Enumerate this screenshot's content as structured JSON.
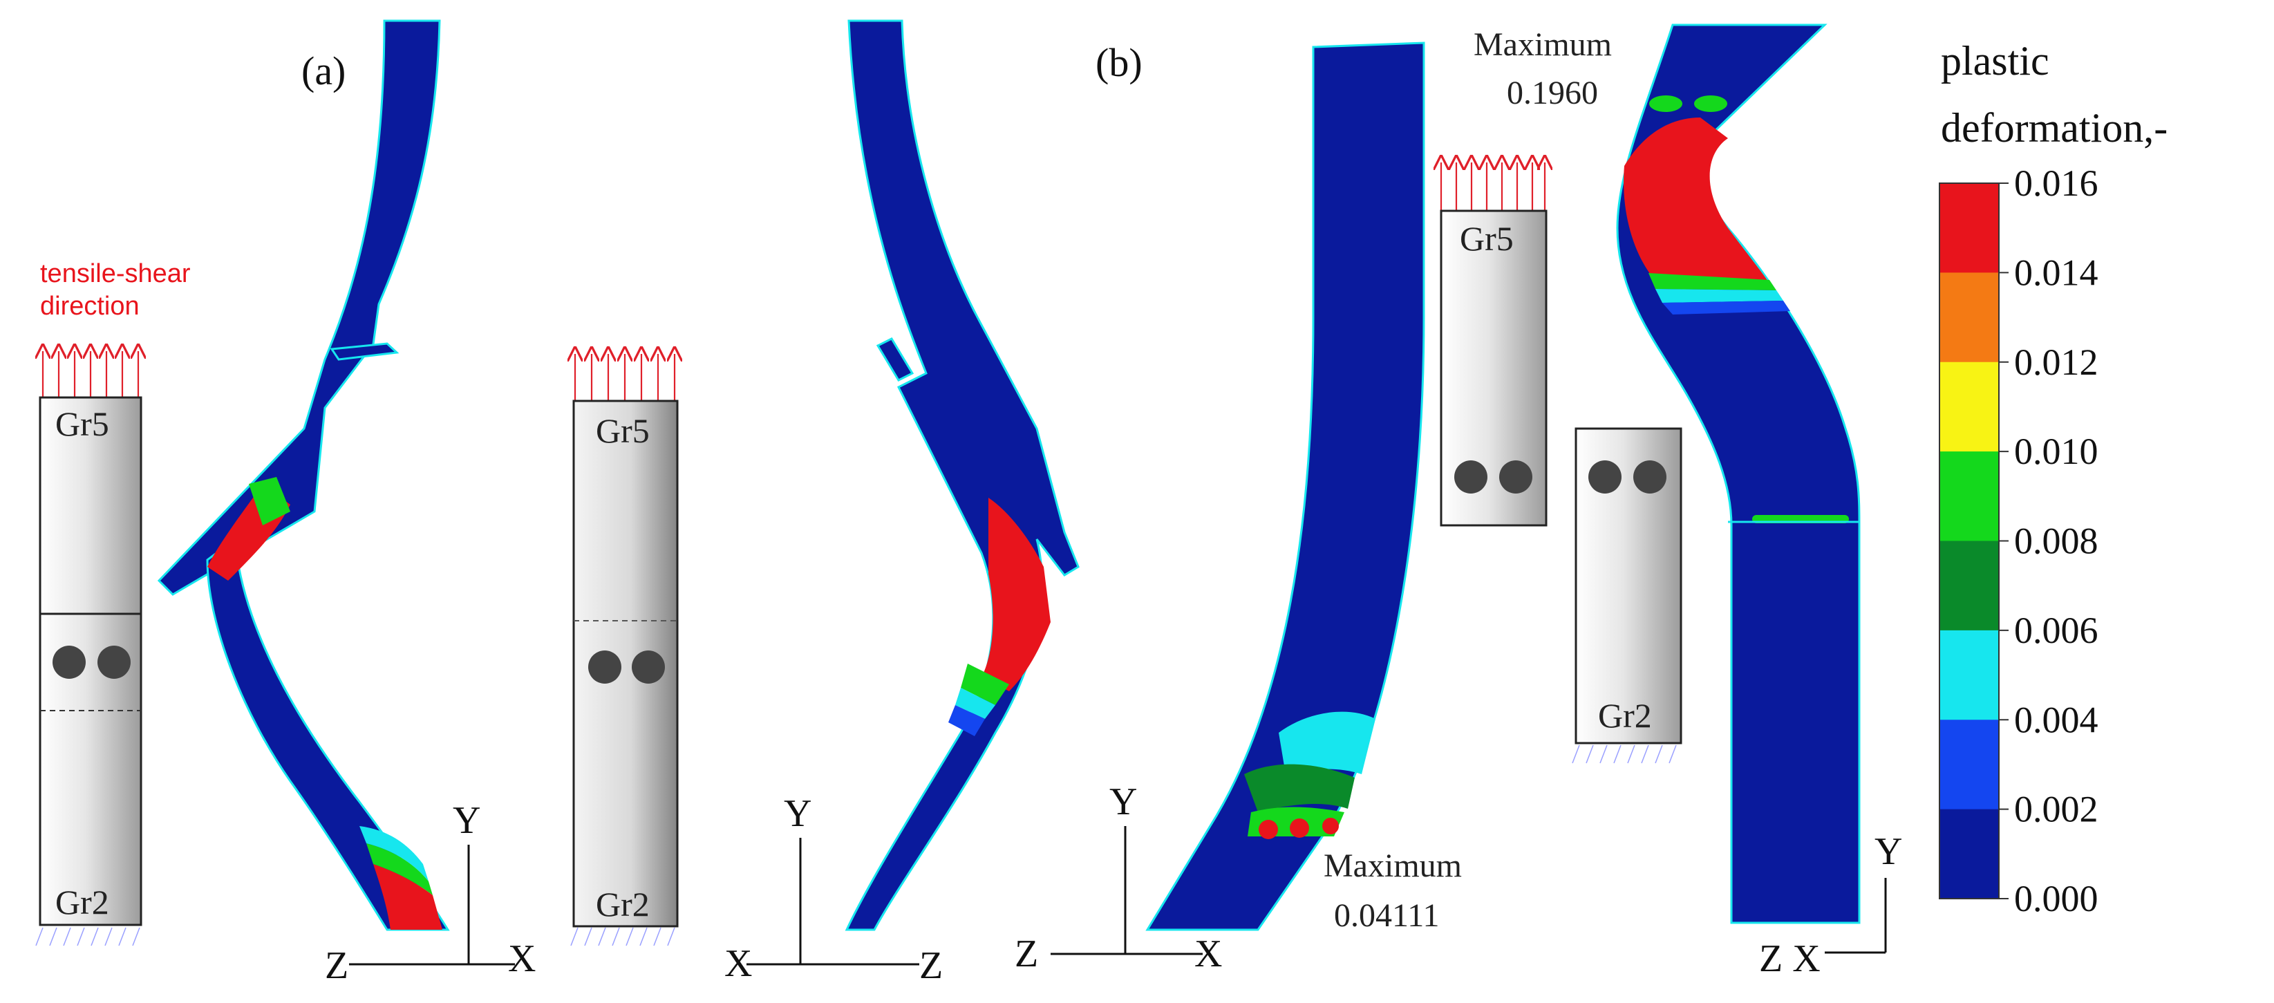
{
  "panels": {
    "a": {
      "label": "(a)",
      "load_note": "tensile-shear direction",
      "coupon_left": {
        "top_label": "Gr5",
        "bottom_label": "Gr2"
      },
      "coupon_right": {
        "top_label": "Gr5",
        "bottom_label": "Gr2"
      },
      "axes_left": {
        "y": "Y",
        "z": "Z",
        "x": "X"
      },
      "axes_right": {
        "x": "X",
        "y": "Y",
        "z": "Z"
      }
    },
    "b": {
      "label": "(b)",
      "coupon_top": {
        "label": "Gr5"
      },
      "coupon_bottom": {
        "label": "Gr2"
      },
      "max_left": {
        "title": "Maximum",
        "value": "0.04111"
      },
      "max_right": {
        "title": "Maximum",
        "value": "0.1960"
      },
      "axes_left": {
        "z": "Z",
        "y": "Y",
        "x": "X"
      },
      "axes_right": {
        "zx": "Z X",
        "y": "Y"
      }
    }
  },
  "legend": {
    "title_line1": "plastic",
    "title_line2": "deformation,-",
    "ticks": [
      "0.016",
      "0.014",
      "0.012",
      "0.010",
      "0.008",
      "0.006",
      "0.004",
      "0.002",
      "0.000"
    ],
    "colors": [
      "#e8141c",
      "#f47a14",
      "#f8f314",
      "#14d81c",
      "#0a8a2a",
      "#17e6ee",
      "#1446f0",
      "#0a1a9c"
    ]
  },
  "colors": {
    "deep_blue": "#0a1a9c",
    "red": "#e8141c",
    "load_arrows": "#e0202a"
  }
}
